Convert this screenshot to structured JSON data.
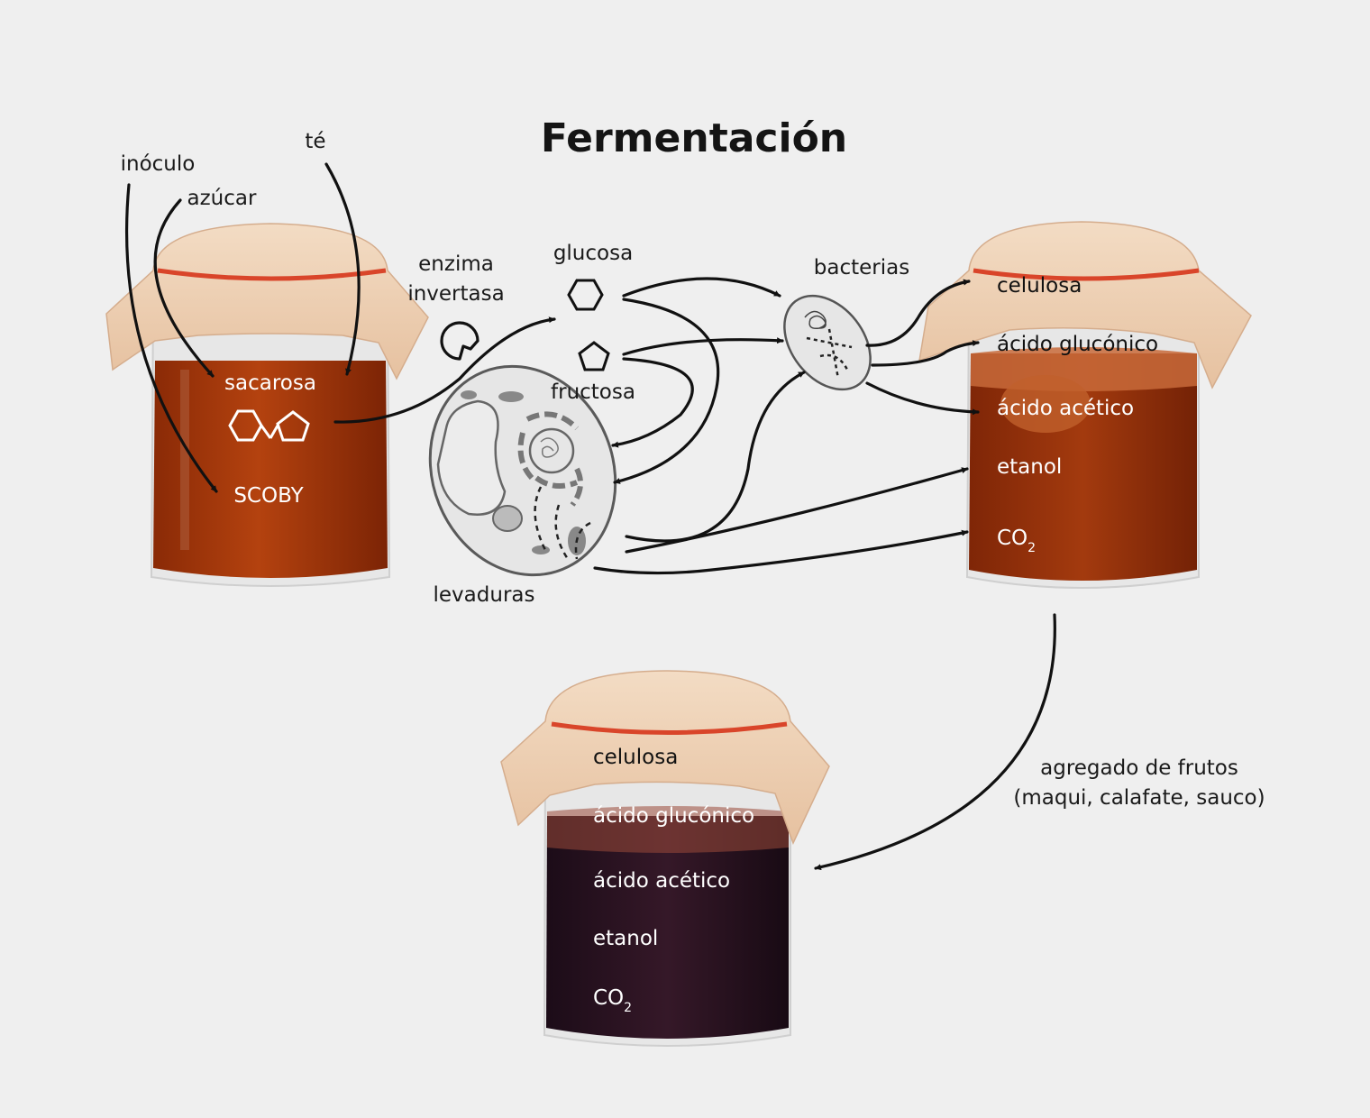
{
  "title": "Fermentación",
  "inputs": {
    "inoculo": "inóculo",
    "azucar": "azúcar",
    "te": "té"
  },
  "jar1": {
    "sacarosa": "sacarosa",
    "scoby": "SCOBY"
  },
  "enzyme": {
    "line1": "enzima",
    "line2": "invertasa"
  },
  "sugars": {
    "glucosa": "glucosa",
    "fructosa": "fructosa"
  },
  "organisms": {
    "bacterias": "bacterias",
    "levaduras": "levaduras"
  },
  "jar2": {
    "celulosa": "celulosa",
    "gluconico": "ácido glucónico",
    "acetico": "ácido acético",
    "etanol": "etanol",
    "co": "CO",
    "sub": "2"
  },
  "fruit_step": {
    "line1": "agregado de frutos",
    "line2": "(maqui, calafate, sauco)"
  },
  "jar3": {
    "celulosa": "celulosa",
    "gluconico": "ácido glucónico",
    "acetico": "ácido acético",
    "etanol": "etanol",
    "co": "CO",
    "sub": "2"
  },
  "colors": {
    "background": "#efefef",
    "cloth": "#f0d2b6",
    "band": "#d9452a",
    "tea": "#a8380e",
    "fruit_tea": "#2a1322"
  }
}
